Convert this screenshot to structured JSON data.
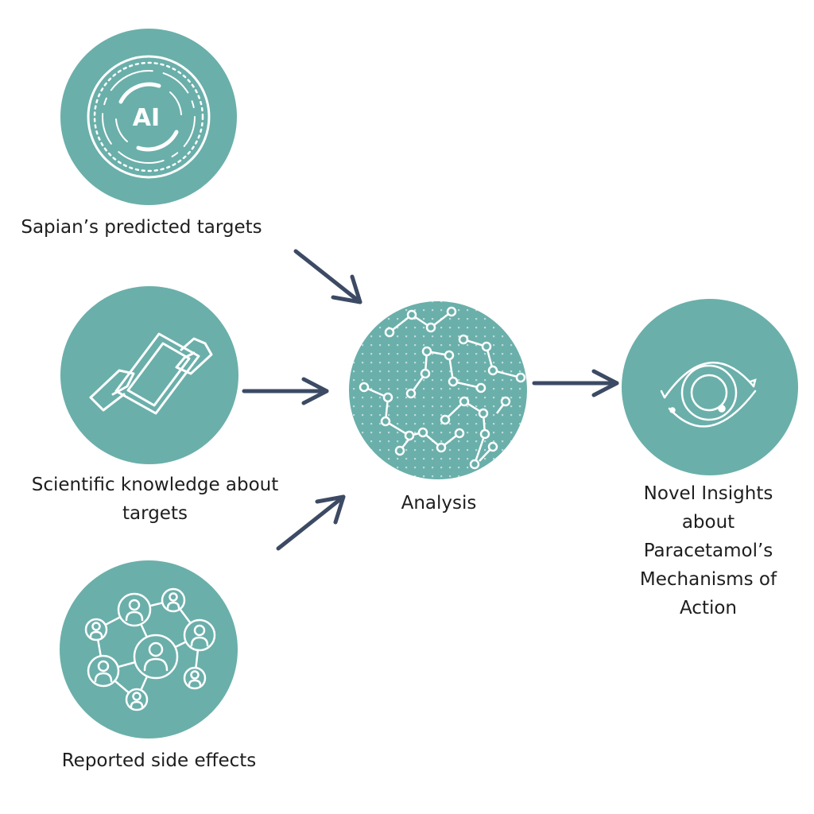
{
  "colors": {
    "circle_fill": "#6aafaa",
    "icon_stroke": "#ffffff",
    "arrow": "#3c4a64",
    "text": "#1e1e1e",
    "background": "#ffffff"
  },
  "nodes": {
    "ai": {
      "icon": "ai-icon",
      "icon_text": "AI",
      "label": "Sapian’s predicted targets"
    },
    "knowledge": {
      "icon": "tablet-hands-icon",
      "label_lines": [
        "Scientific knowledge about",
        "targets"
      ]
    },
    "side_effects": {
      "icon": "people-network-icon",
      "label": "Reported side effects"
    },
    "analysis": {
      "icon": "network-graph-icon",
      "label": "Analysis"
    },
    "insights": {
      "icon": "eye-icon",
      "label_lines": [
        "Novel Insights",
        "about",
        "Paracetamol’s",
        "Mechanisms of",
        "Action"
      ]
    }
  },
  "arrows": [
    {
      "from": "ai",
      "to": "analysis"
    },
    {
      "from": "knowledge",
      "to": "analysis"
    },
    {
      "from": "side_effects",
      "to": "analysis"
    },
    {
      "from": "analysis",
      "to": "insights"
    }
  ]
}
